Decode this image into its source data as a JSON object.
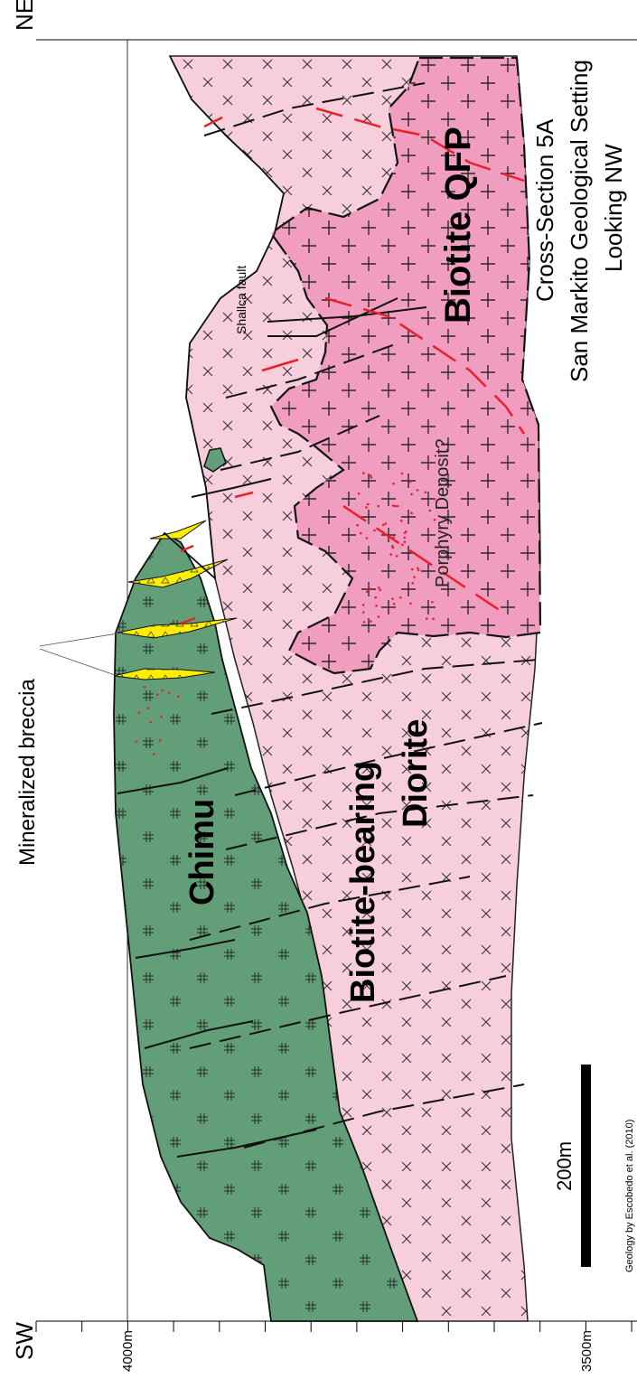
{
  "orientation": {
    "ne": "NE",
    "sw": "SW"
  },
  "elevation_labels": {
    "high": "4000m",
    "low": "3500m"
  },
  "units": {
    "chimu": "Chimu",
    "diorite_line1": "Biotite-bearing",
    "diorite_line2": "Diorite",
    "qfp": "Biotite QFP"
  },
  "annotations": {
    "breccia": "Mineralized breccia",
    "fault": "Shallca fault",
    "deposit": "Porphyry Deposit?"
  },
  "title": {
    "line1": "Cross-Section 5A",
    "line2": "San Markito Geological Setting",
    "line3": "Looking NW"
  },
  "scale_bar": {
    "label": "200m"
  },
  "credit": "Geology by Escobedo et al. (2010)",
  "colors": {
    "chimu": "#629f78",
    "diorite": "#f7cfdc",
    "qfp": "#f09dbf",
    "breccia": "#ffee00",
    "red_veins": "#e8202a"
  }
}
